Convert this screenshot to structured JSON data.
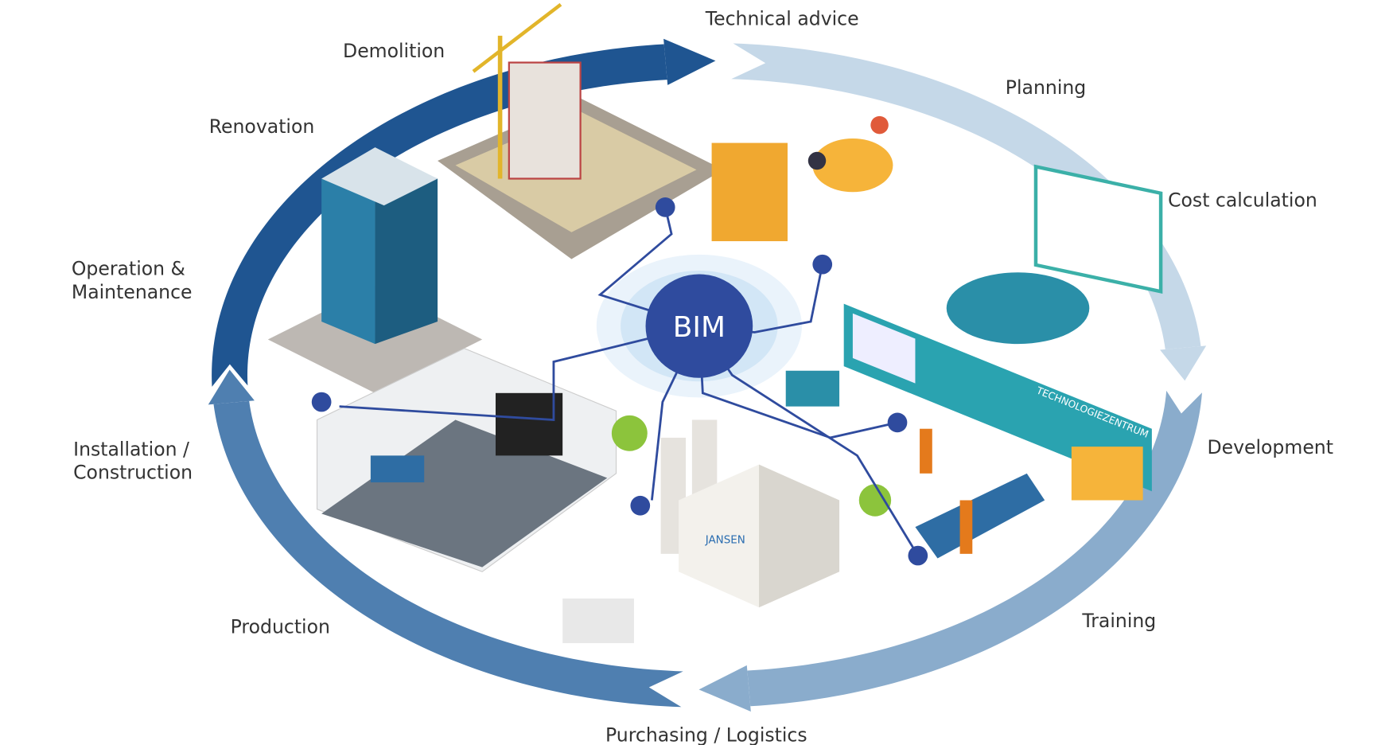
{
  "center": {
    "label": "BIM",
    "color": "#2f4b9e"
  },
  "cycle": {
    "colors": {
      "dark": "#1f5591",
      "light": "#c5d8e8",
      "medium_light": "#8aaccc",
      "medium": "#4f7fb0"
    },
    "labels": {
      "technical_advice": "Technical advice",
      "planning": "Planning",
      "cost_calculation": "Cost calculation",
      "development": "Development",
      "training": "Training",
      "purchasing_logistics": "Purchasing / Logistics",
      "production": "Production",
      "installation_line1": "Installation /",
      "installation_line2": "Construction",
      "operation_line1": "Operation &",
      "operation_line2": "Maintenance",
      "renovation": "Renovation",
      "demolition": "Demolition"
    }
  },
  "illustrations": {
    "tech_center_sign": "TECHNOLOGIEZENTRUM",
    "brand": "JANSEN"
  }
}
